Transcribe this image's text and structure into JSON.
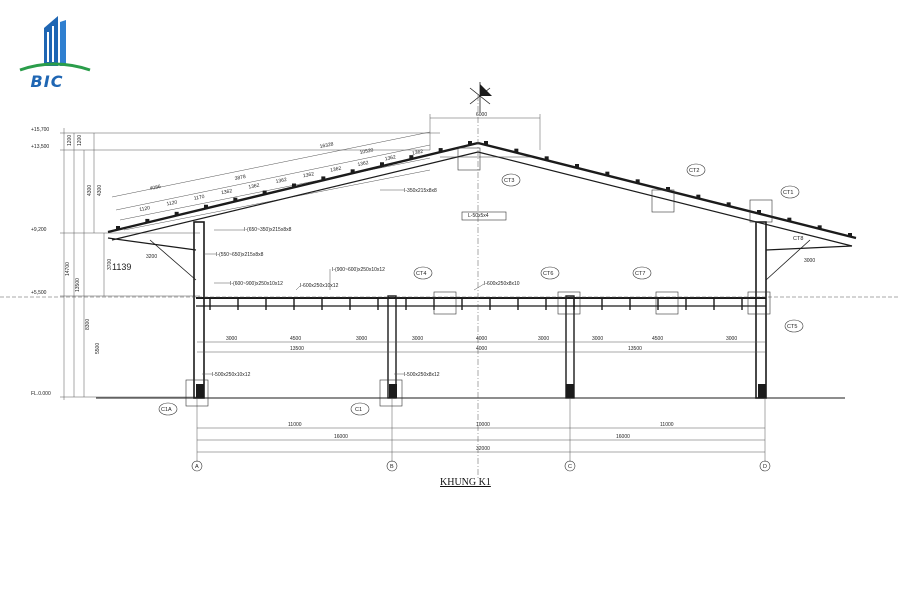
{
  "logo": {
    "text": "BIC",
    "color": "#1f66b3",
    "accent": "#2a9d4a"
  },
  "drawing": {
    "title": "KHUNG K1",
    "levels": [
      "+15,700",
      "+13,500",
      "+9,200",
      "+5,500",
      "FL.0.000"
    ],
    "left_vertical_dims": [
      "1200",
      "1200",
      "4300",
      "4300",
      "3700",
      "14700",
      "13500",
      "8300",
      "5500"
    ],
    "top_dims": [
      "6000",
      "16328",
      "10520",
      "4086",
      "3878"
    ],
    "rafter_segments": [
      "1120",
      "1120",
      "1170",
      "1362",
      "1362",
      "1362",
      "1362",
      "1362",
      "1362",
      "1362",
      "1362"
    ],
    "member_labels": [
      "I-350x215x8x8",
      "I-(650~350)x215x8x8",
      "I-(550~650)x215x8x8",
      "I-(600~900)x250x10x12",
      "I-600x250x10x12",
      "I-(900~600)x250x10x12",
      "I-600x250x8x10",
      "I-500x250x10x12",
      "I-500x250x8x12",
      "L-50x5x4"
    ],
    "tags": [
      "CT1",
      "CT2",
      "CT3",
      "CT4",
      "CT5",
      "CT6",
      "CT7",
      "CT8",
      "C1",
      "C1A"
    ],
    "grid_labels": [
      "A",
      "B",
      "C",
      "D"
    ],
    "bay_dims": [
      "3000",
      "4500",
      "3000",
      "3000",
      "4000",
      "3000",
      "3000",
      "4500",
      "3000"
    ],
    "span_dims": [
      "13500",
      "4000",
      "13500"
    ],
    "bottom_dims": [
      "11000",
      "10000",
      "11000",
      "16000",
      "16000",
      "32000"
    ],
    "misc_dims": [
      "3200",
      "3000",
      "1139"
    ]
  }
}
